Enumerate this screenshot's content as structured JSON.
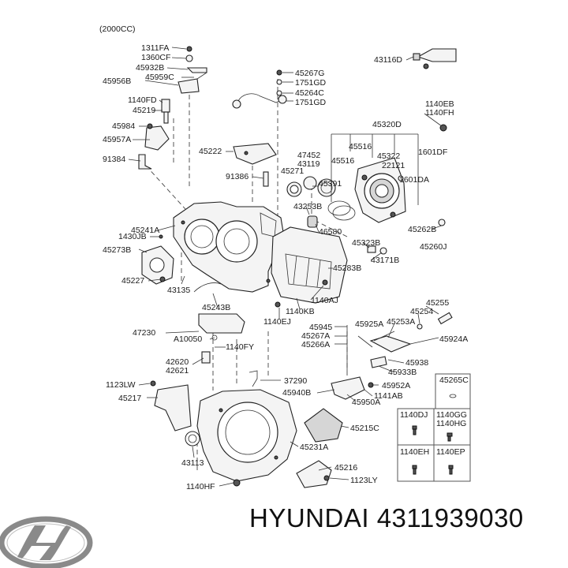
{
  "header_note": "(2000CC)",
  "brand_name": "HYUNDAI",
  "part_number": "4311939030",
  "logo_icon": "hyundai-logo-icon",
  "colors": {
    "line": "#222222",
    "logo": "#8a8a8a",
    "background": "#ffffff"
  },
  "labels": [
    "1311FA",
    "1360CF",
    "45932B",
    "45956B",
    "45959C",
    "1140FD",
    "45219",
    "45984",
    "45957A",
    "91384",
    "45267G",
    "1751GD",
    "45264C",
    "1751GD",
    "43116D",
    "1140EB",
    "1140FH",
    "45320D",
    "45516",
    "45322",
    "45516",
    "22121",
    "1601DF",
    "1601DA",
    "45222",
    "47452",
    "43119",
    "45271",
    "91386",
    "45391",
    "43253B",
    "46580",
    "45262B",
    "45260J",
    "45241A",
    "1430JB",
    "45273B",
    "45323B",
    "43171B",
    "45283B",
    "45227",
    "43135",
    "1140AJ",
    "45243B",
    "1140KB",
    "1140EJ",
    "45255",
    "45254",
    "45253A",
    "45945",
    "45925A",
    "45924A",
    "45267A",
    "45266A",
    "47230",
    "A10050",
    "1140FY",
    "45938",
    "42620",
    "42621",
    "45933B",
    "37290",
    "45952A",
    "1123LW",
    "45940B",
    "1141AB",
    "45950A",
    "45217",
    "45215C",
    "45231A",
    "43113",
    "45216",
    "1140HF",
    "1123LY"
  ],
  "table": {
    "cells": [
      "45265C",
      "1140DJ",
      "1140GG",
      "1140HG",
      "1140EH",
      "1140EP"
    ]
  }
}
